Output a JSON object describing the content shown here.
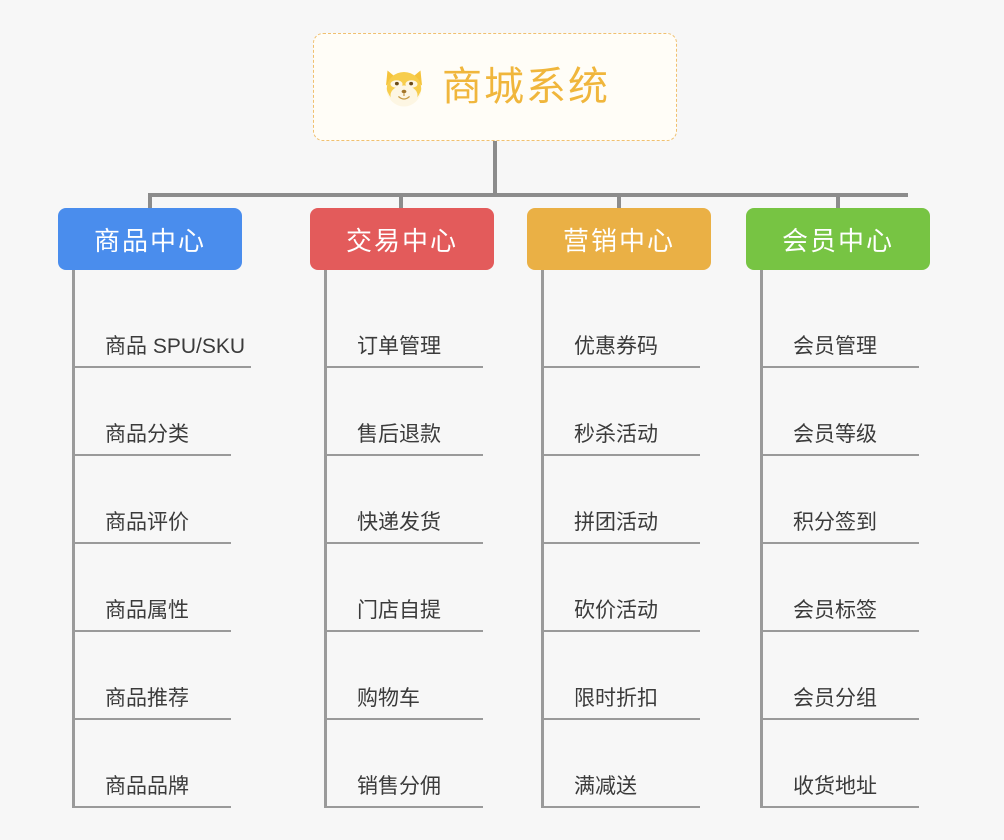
{
  "root": {
    "title": "商城系统",
    "icon": "dog-face-emoji",
    "accent_color": "#f0b63c",
    "background": "#fffdf7",
    "border_color": "#f0c070"
  },
  "canvas": {
    "background_color": "#f7f7f7",
    "connector_color": "#8c8c8c"
  },
  "branches": [
    {
      "label": "商品中心",
      "color": "#4a8ded",
      "items": [
        "商品 SPU/SKU",
        "商品分类",
        "商品评价",
        "商品属性",
        "商品推荐",
        "商品品牌"
      ]
    },
    {
      "label": "交易中心",
      "color": "#e35b5b",
      "items": [
        "订单管理",
        "售后退款",
        "快递发货",
        "门店自提",
        "购物车",
        "销售分佣"
      ]
    },
    {
      "label": "营销中心",
      "color": "#eab045",
      "items": [
        "优惠券码",
        "秒杀活动",
        "拼团活动",
        "砍价活动",
        "限时折扣",
        "满减送"
      ]
    },
    {
      "label": "会员中心",
      "color": "#77c443",
      "items": [
        "会员管理",
        "会员等级",
        "积分签到",
        "会员标签",
        "会员分组",
        "收货地址"
      ]
    }
  ]
}
